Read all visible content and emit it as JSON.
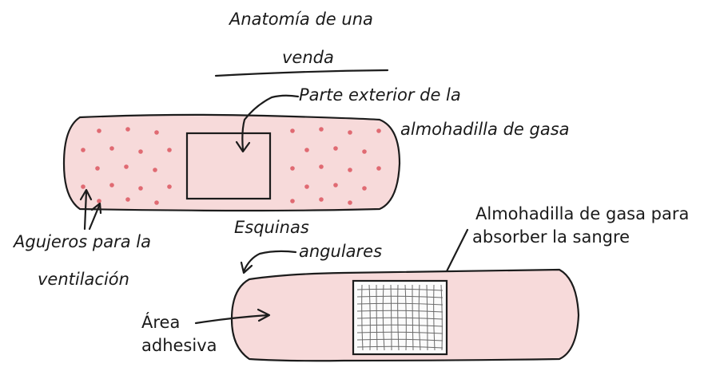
{
  "title": {
    "line1": "Anatomía de una",
    "line2": "venda"
  },
  "labels": {
    "gauze_outer_line1": "Parte exterior de la",
    "gauze_outer_line2": "almohadilla de gasa",
    "vent_holes_line1": "Agujeros para la",
    "vent_holes_line2": "ventilación",
    "corners_line1": "Esquinas",
    "corners_line2": "angulares",
    "gauze_pad_line1": "Almohadilla de gasa para",
    "gauze_pad_line2": "absorber la sangre",
    "adhesive_line1": "Área",
    "adhesive_line2": "adhesiva"
  },
  "colors": {
    "bandage_fill": "#f7dada",
    "dots": "#e06a72",
    "outline": "#1c1c1c"
  }
}
